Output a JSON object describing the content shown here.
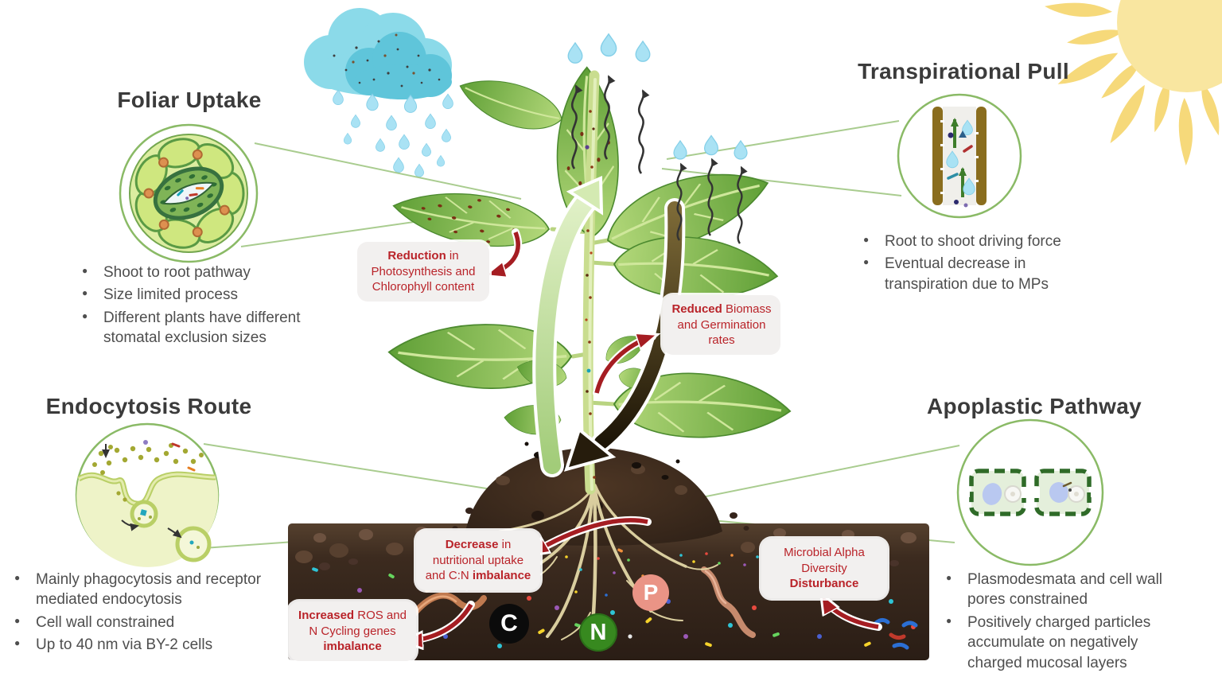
{
  "sections": {
    "foliar": {
      "title": "Foliar Uptake",
      "bullets": [
        "Shoot to root pathway",
        "Size limited process",
        "Different plants have different stomatal exclusion sizes"
      ]
    },
    "transpirational": {
      "title": "Transpirational Pull",
      "bullets": [
        "Root to shoot driving force",
        "Eventual decrease in transpiration due to MPs"
      ]
    },
    "endocytosis": {
      "title": "Endocytosis Route",
      "bullets": [
        "Mainly phagocytosis and receptor mediated endocytosis",
        "Cell wall constrained",
        "Up to 40 nm via BY-2 cells"
      ]
    },
    "apoplastic": {
      "title": "Apoplastic Pathway",
      "bullets": [
        "Plasmodesmata and cell wall pores constrained",
        "Positively charged particles accumulate on negatively charged mucosal layers"
      ]
    }
  },
  "annotations": {
    "reduction": {
      "bold1": "Reduction",
      "text1": " in Photosynthesis and Chlorophyll content"
    },
    "biomass": {
      "bold1": "Reduced",
      "text1": " Biomass and Germination rates"
    },
    "nutrition": {
      "bold1": "Decrease",
      "text1": " in nutritional uptake and C:N ",
      "bold2": "imbalance"
    },
    "microbial": {
      "text1": "Microbial Alpha Diversity ",
      "bold2": "Disturbance"
    },
    "ros": {
      "bold1": "Increased",
      "text1": " ROS and N Cycling genes ",
      "bold2": "imbalance"
    }
  },
  "soil_labels": {
    "carbon": "C",
    "nitrogen": "N",
    "phosphorus": "P"
  },
  "colors": {
    "accent_red": "#b92329",
    "heading_text": "#3b3b3b",
    "body_text": "#4e4e4e",
    "circle_outline_green": "#8aba66",
    "leaf_green": "#6fae3e",
    "soil_brown": "#3a281e",
    "carbon_badge": "#0b0b0b",
    "nitrogen_badge": "#37891f",
    "phosphorus_badge": "#ea9486",
    "cloud_blue": "#5fc5da",
    "sun_yellow": "#f7d97c"
  }
}
